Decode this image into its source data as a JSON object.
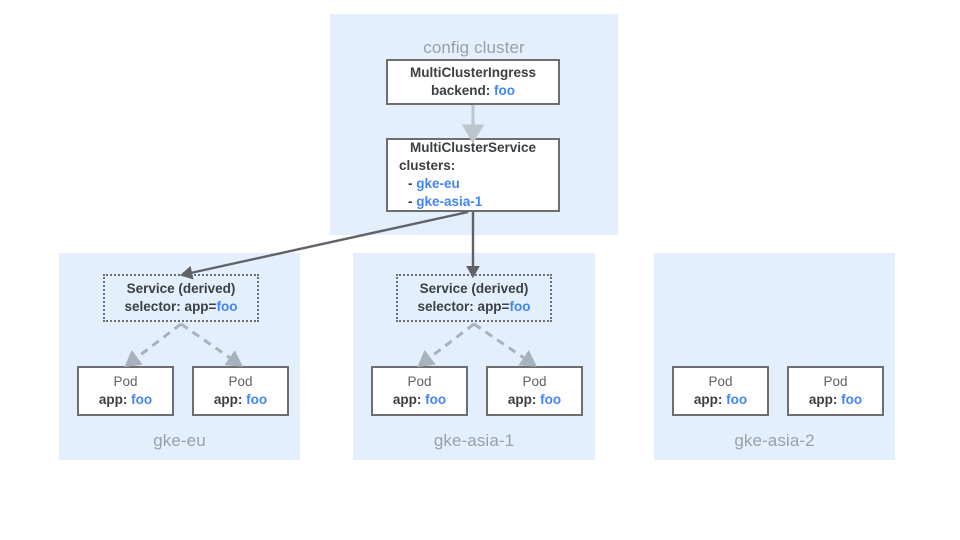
{
  "colors": {
    "panel_bg": "#e3effc",
    "accent_blue": "#4285f4",
    "box_border": "#6e6e6e",
    "label_gray": "#9aa0a6",
    "text_dark": "#3c4043",
    "arrow_dark": "#5f6368",
    "arrow_light": "#bcc4cc"
  },
  "config_cluster": {
    "label": "config cluster",
    "ingress": {
      "title": "MultiClusterIngress",
      "field_label": "backend:",
      "field_value": "foo"
    },
    "service": {
      "title": "MultiClusterService",
      "field_label": "clusters:",
      "items": [
        {
          "dash": "-",
          "value": "gke-eu"
        },
        {
          "dash": "-",
          "value": "gke-asia-1"
        }
      ]
    }
  },
  "clusters": [
    {
      "label": "gke-eu",
      "service": {
        "title": "Service (derived)",
        "field_label": "selector: app=",
        "field_value": "foo"
      },
      "pods": [
        {
          "title": "Pod",
          "field_label": "app:",
          "field_value": "foo"
        },
        {
          "title": "Pod",
          "field_label": "app:",
          "field_value": "foo"
        }
      ]
    },
    {
      "label": "gke-asia-1",
      "service": {
        "title": "Service (derived)",
        "field_label": "selector: app=",
        "field_value": "foo"
      },
      "pods": [
        {
          "title": "Pod",
          "field_label": "app:",
          "field_value": "foo"
        },
        {
          "title": "Pod",
          "field_label": "app:",
          "field_value": "foo"
        }
      ]
    },
    {
      "label": "gke-asia-2",
      "service": null,
      "pods": [
        {
          "title": "Pod",
          "field_label": "app:",
          "field_value": "foo"
        },
        {
          "title": "Pod",
          "field_label": "app:",
          "field_value": "foo"
        }
      ]
    }
  ]
}
